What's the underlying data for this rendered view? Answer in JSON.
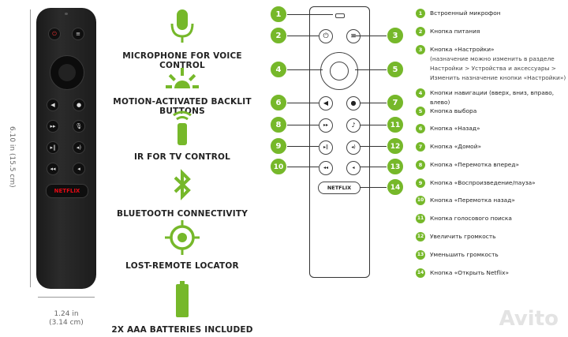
{
  "dimensions": {
    "height_in": "6.10 in",
    "height_cm": "(15.5 cm)",
    "width_in": "1.24 in",
    "width_cm": "(3.14 cm)"
  },
  "photo_remote": {
    "netflix_label": "NETFLIX"
  },
  "features": [
    {
      "label": "MICROPHONE FOR VOICE CONTROL",
      "icon": "microphone-icon"
    },
    {
      "label": "MOTION-ACTIVATED BACKLIT BUTTONS",
      "icon": "backlight-icon"
    },
    {
      "label": "IR FOR TV CONTROL",
      "icon": "ir-icon"
    },
    {
      "label": "BLUETOOTH CONNECTIVITY",
      "icon": "bluetooth-icon"
    },
    {
      "label": "LOST-REMOTE LOCATOR",
      "icon": "locator-icon"
    },
    {
      "label": "2X AAA BATTERIES INCLUDED",
      "icon": "battery-icon"
    }
  ],
  "diagram": {
    "accent": "#76b82a",
    "badges": [
      "1",
      "2",
      "3",
      "4",
      "5",
      "6",
      "7",
      "8",
      "9",
      "10",
      "11",
      "12",
      "13",
      "14"
    ],
    "netflix_label": "NETFLIX"
  },
  "legend": [
    {
      "num": "1",
      "text": "Встроенный микрофон"
    },
    {
      "num": "2",
      "text": "Кнопка питания"
    },
    {
      "num": "3",
      "text": "Кнопка «Настройки»",
      "sub": [
        "(назначение можно изменить в разделе",
        "Настройки > Устройства и аксессуары >",
        "Изменить назначение кнопки «Настройки»)"
      ]
    },
    {
      "num": "4",
      "text": "Кнопки навигации (вверх, вниз, вправо, влево)"
    },
    {
      "num": "5",
      "text": "Кнопка выбора"
    },
    {
      "num": "6",
      "text": "Кнопка «Назад»"
    },
    {
      "num": "7",
      "text": "Кнопка «Домой»"
    },
    {
      "num": "8",
      "text": "Кнопка «Перемотка вперед»"
    },
    {
      "num": "9",
      "text": "Кнопка «Воспроизведение/пауза»"
    },
    {
      "num": "10",
      "text": "Кнопка «Перемотка назад»"
    },
    {
      "num": "11",
      "text": "Кнопка голосового поиска"
    },
    {
      "num": "12",
      "text": "Увеличить громкость"
    },
    {
      "num": "13",
      "text": "Уменьшить громкость"
    },
    {
      "num": "14",
      "text": "Кнопка «Открыть Netflix»"
    }
  ],
  "watermark": "Avito"
}
